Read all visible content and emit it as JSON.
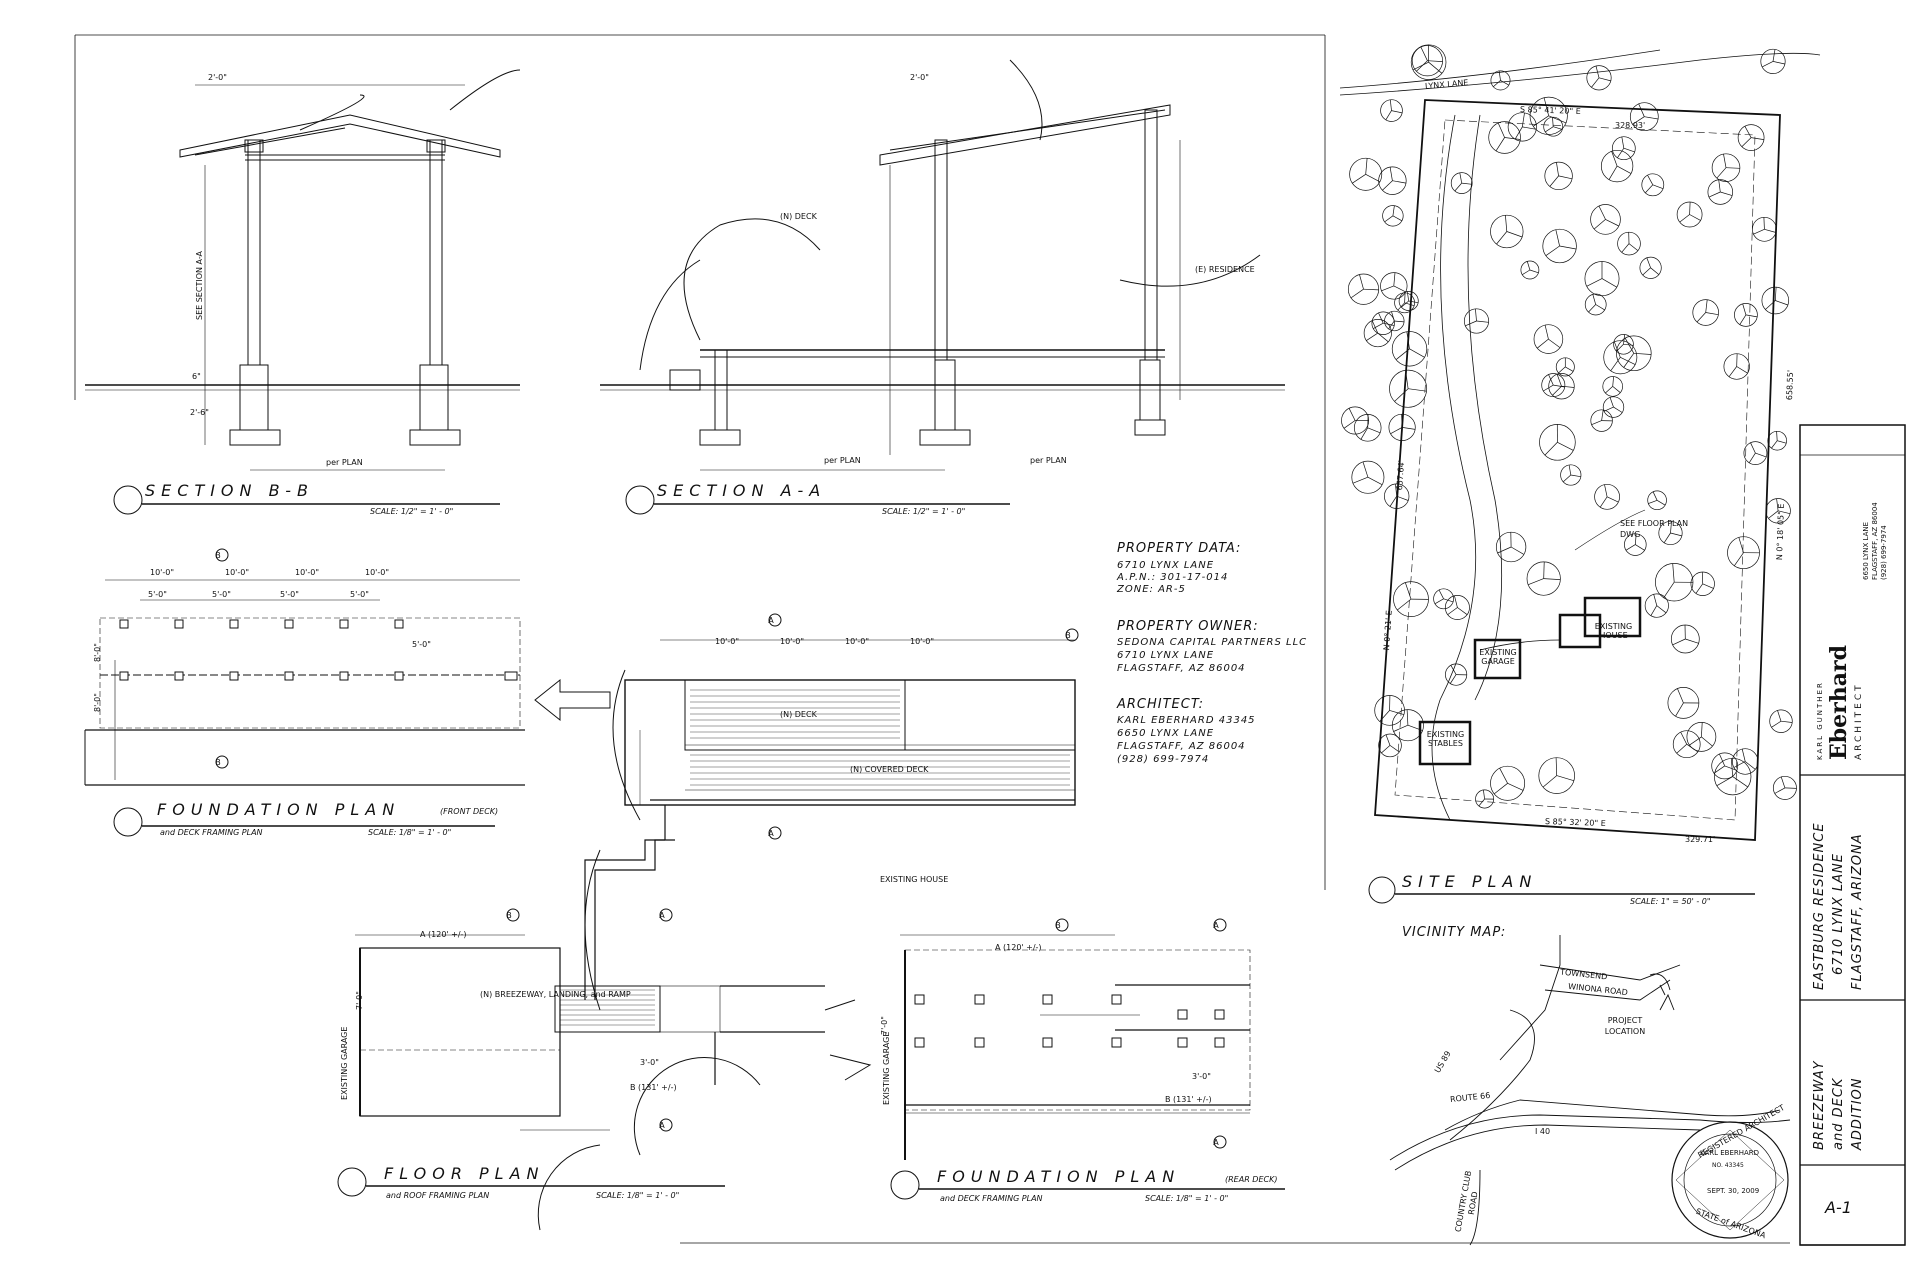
{
  "sections": {
    "section_bb": {
      "title": "SECTION B-B",
      "scale": "SCALE: 1/2\" = 1' - 0\""
    },
    "section_aa": {
      "title": "SECTION A-A",
      "scale": "SCALE: 1/2\" = 1' - 0\""
    },
    "foundation_front": {
      "title": "FOUNDATION PLAN",
      "subtitle": "and DECK FRAMING PLAN",
      "tag": "(FRONT DECK)",
      "scale": "SCALE: 1/8\" = 1' - 0\""
    },
    "floor_plan": {
      "title": "FLOOR PLAN",
      "subtitle": "and ROOF FRAMING PLAN",
      "scale": "SCALE: 1/8\" = 1' - 0\""
    },
    "foundation_rear": {
      "title": "FOUNDATION PLAN",
      "subtitle": "and DECK FRAMING PLAN",
      "tag": "(REAR DECK)",
      "scale": "SCALE: 1/8\" = 1' - 0\""
    },
    "site_plan": {
      "title": "SITE PLAN",
      "scale": "SCALE: 1\" = 50' - 0\""
    }
  },
  "section_labels": {
    "see_section_aa": "SEE SECTION A-A",
    "per_plan": "per PLAN",
    "deck": "(N) DECK",
    "residence": "(E) RESIDENCE",
    "dim_2_0": "2'-0\"",
    "dim_6": "6\"",
    "dim_2_6": "2'-6\""
  },
  "property": {
    "data_heading": "PROPERTY DATA:",
    "data_lines": [
      "6710 LYNX LANE",
      "A.P.N.: 301-17-014",
      "ZONE: AR-5"
    ],
    "owner_heading": "PROPERTY OWNER:",
    "owner_lines": [
      "SEDONA CAPITAL PARTNERS LLC",
      "6710 LYNX LANE",
      "FLAGSTAFF, AZ 86004"
    ],
    "architect_heading": "ARCHITECT:",
    "architect_lines": [
      "KARL EBERHARD 43345",
      "6650 LYNX LANE",
      "FLAGSTAFF, AZ 86004",
      "(928) 699-7974"
    ]
  },
  "plan_labels": {
    "n_deck": "(N) DECK",
    "n_covered_deck": "(N) COVERED DECK",
    "existing_house": "EXISTING HOUSE",
    "breezeway": "(N) BREEZEWAY, LANDING, and RAMP",
    "existing_garage": "EXISTING GARAGE",
    "a_120": "A (120' +/-)",
    "b_131": "B (131' +/-)",
    "dim_10_0": "10'-0\"",
    "dim_5_0": "5'-0\"",
    "dim_8_0": "8'-0\"",
    "dim_7_0": "7'-0\"",
    "dim_3_0": "3'-0\"",
    "marker_a": "A",
    "marker_b": "B"
  },
  "site": {
    "lynx_lane": "LYNX LANE",
    "bearing_top": "S 85° 41' 20\" E",
    "dist_top": "328.93'",
    "bearing_right": "N 0° 18' 05\" E",
    "dist_right": "658.55'",
    "bearing_left": "N 0° 21' E",
    "dist_left": "657.64'",
    "bearing_bottom": "S 85° 32' 20\" E",
    "dist_bottom": "329.71'",
    "see_floor_plan": "SEE FLOOR PLAN DWG",
    "existing_house": "EXISTING HOUSE",
    "existing_garage": "EXISTING GARAGE",
    "existing_stables": "EXISTING STABLES"
  },
  "vicinity": {
    "heading": "VICINITY MAP:",
    "townsend": "TOWNSEND",
    "winona": "WINONA ROAD",
    "project": "PROJECT LOCATION",
    "us89": "US 89",
    "route66": "ROUTE 66",
    "i40": "I 40",
    "country_club": "COUNTRY CLUB ROAD"
  },
  "title_block": {
    "firm_small": "KARL GUNTHER",
    "firm_name": "Eberhard",
    "firm_role": "ARCHITECT",
    "firm_address": [
      "6650 LYNX LANE",
      "FLAGSTAFF, AZ 86004",
      "(928) 699-7974"
    ],
    "project_lines": [
      "EASTBURG RESIDENCE",
      "6710 LYNX LANE",
      "FLAGSTAFF, ARIZONA"
    ],
    "scope_lines": [
      "BREEZEWAY",
      "and DECK",
      "ADDITION"
    ],
    "seal_top": "REGISTERED ARCHITECT",
    "seal_name": "KARL EBERHARD",
    "seal_number": "NO. 43345",
    "seal_date": "SEPT. 30, 2009",
    "seal_bottom": "STATE of ARIZONA",
    "sheet_number": "A-1"
  }
}
